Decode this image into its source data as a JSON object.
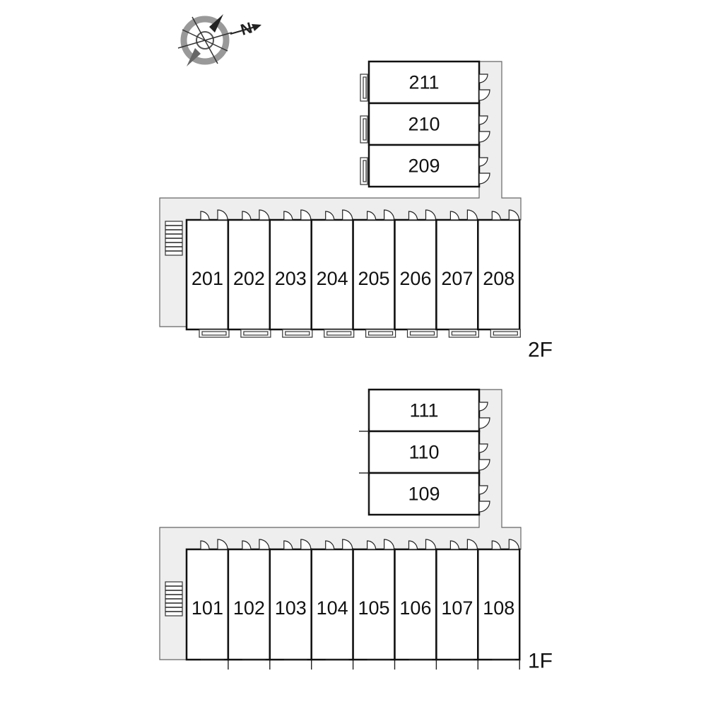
{
  "compass": {
    "north_label": "N",
    "icon": "compass-rose-icon"
  },
  "floors": [
    {
      "id": "2f",
      "label": "2F",
      "row_units": [
        "201",
        "202",
        "203",
        "204",
        "205",
        "206",
        "207",
        "208"
      ],
      "wing_units": [
        "211",
        "210",
        "209"
      ]
    },
    {
      "id": "1f",
      "label": "1F",
      "row_units": [
        "101",
        "102",
        "103",
        "104",
        "105",
        "106",
        "107",
        "108"
      ],
      "wing_units": [
        "111",
        "110",
        "109"
      ]
    }
  ],
  "colors": {
    "corridor": "#eeeeee",
    "wall": "#111111",
    "background": "#ffffff"
  }
}
